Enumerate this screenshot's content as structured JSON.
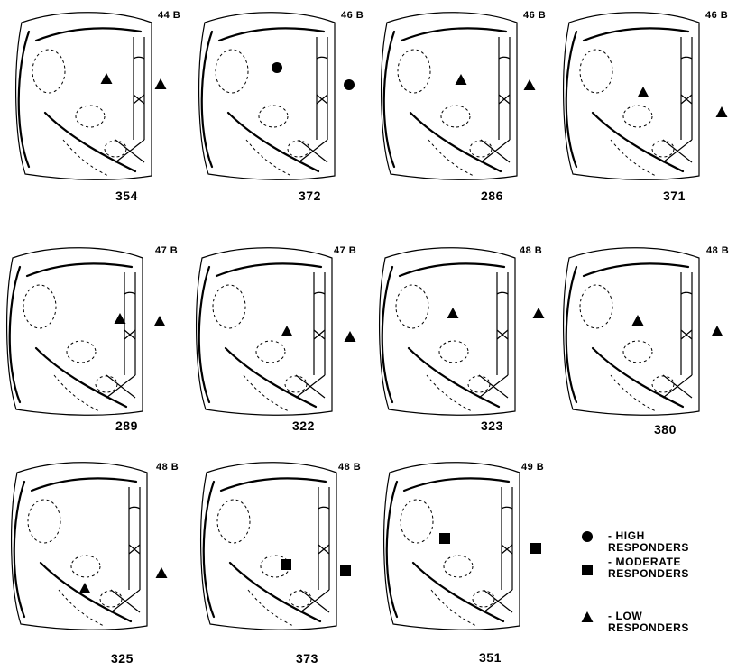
{
  "panels": [
    {
      "case_label": "354",
      "plane_label": "44 B",
      "response_level": "low"
    },
    {
      "case_label": "372",
      "plane_label": "46 B",
      "response_level": "high"
    },
    {
      "case_label": "286",
      "plane_label": "46 B",
      "response_level": "low"
    },
    {
      "case_label": "371",
      "plane_label": "46 B",
      "response_level": "low"
    },
    {
      "case_label": "289",
      "plane_label": "47 B",
      "response_level": "low"
    },
    {
      "case_label": "322",
      "plane_label": "47 B",
      "response_level": "low"
    },
    {
      "case_label": "323",
      "plane_label": "48 B",
      "response_level": "low"
    },
    {
      "case_label": "380",
      "plane_label": "48 B",
      "response_level": "low"
    },
    {
      "case_label": "325",
      "plane_label": "48 B",
      "response_level": "low"
    },
    {
      "case_label": "373",
      "plane_label": "48 B",
      "response_level": "moderate"
    },
    {
      "case_label": "351",
      "plane_label": "49 B",
      "response_level": "moderate"
    }
  ],
  "legend": {
    "high": {
      "marker": "circle",
      "label": "- HIGH RESPONDERS"
    },
    "moderate": {
      "marker": "square",
      "label": "- MODERATE\nRESPONDERS"
    },
    "low": {
      "marker": "triangle",
      "label": "- LOW RESPONDERS"
    }
  }
}
